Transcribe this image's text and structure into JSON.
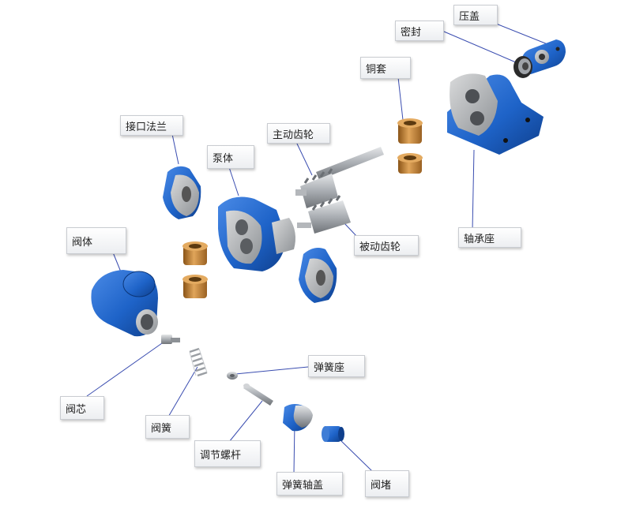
{
  "labels": {
    "yagai": "压盖",
    "mifeng": "密封",
    "tongtao": "铜套",
    "jiekou_falan": "接口法兰",
    "zhudong_chilun": "主动齿轮",
    "bengti": "泵体",
    "beidong_chilun": "被动齿轮",
    "zhouchengzuo": "轴承座",
    "fati": "阀体",
    "tanhuangzuo": "弹簧座",
    "faxin": "阀芯",
    "fahuang": "阀簧",
    "tiaojie_luogan": "调节螺杆",
    "tanhuang_zhougai": "弹簧轴盖",
    "fadu": "阀堵"
  },
  "colors": {
    "part_blue": "#1e63c8",
    "bronze": "#c8842e",
    "steel": "#b9bcc0",
    "leader": "#3a4db0"
  }
}
